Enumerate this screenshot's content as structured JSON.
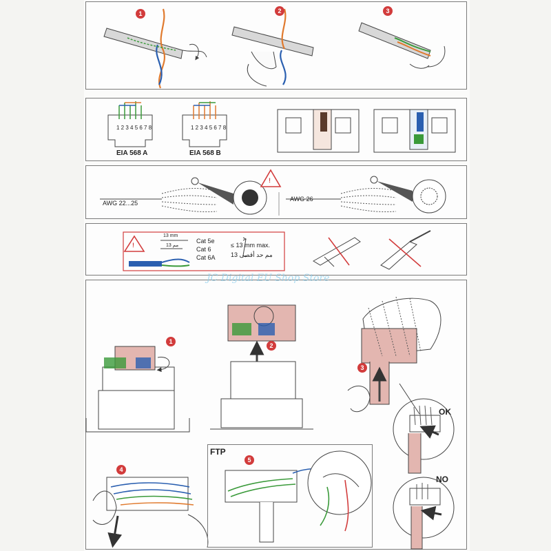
{
  "steps_top": [
    "1",
    "2",
    "3"
  ],
  "pinout": {
    "a_pins": "1 2 3 4 5 6 7 8",
    "b_pins": "1 2 3 4 5 6 7 8",
    "a_label": "EIA 568 A",
    "b_label": "EIA 568 B"
  },
  "awg": {
    "left_label": "AWG 22...25",
    "right_label": "AWG 26",
    "warning_symbol": "!"
  },
  "strip": {
    "dim_outer": "13 mm",
    "dim_inner": "13 مم",
    "cats": [
      "Cat 5e",
      "Cat 6",
      "Cat 6A"
    ],
    "max_text": "≤ 13 mm max.",
    "max_text_ar": "13 مم حد أقصى",
    "warning_symbol": "!"
  },
  "assembly": {
    "steps": [
      "1",
      "2",
      "3",
      "4",
      "5"
    ],
    "ftp_label": "FTP",
    "ok_label": "OK",
    "no_label": "NO"
  },
  "watermark": "JC Digital EU Shop Store",
  "colors": {
    "red_step": "#d23c3c",
    "orange_wire": "#e07a2e",
    "blue_wire": "#2a5fb0",
    "green_wire": "#3a9a3a",
    "brown_wire": "#8a5a2e",
    "pink_module": "#e3b6b0",
    "watermark": "#8fd0ee"
  },
  "icons": [
    "red-circle-step-icon",
    "warning-triangle-icon",
    "crossed-tool-icon",
    "arrow-icon",
    "zoom-circle-icon"
  ]
}
